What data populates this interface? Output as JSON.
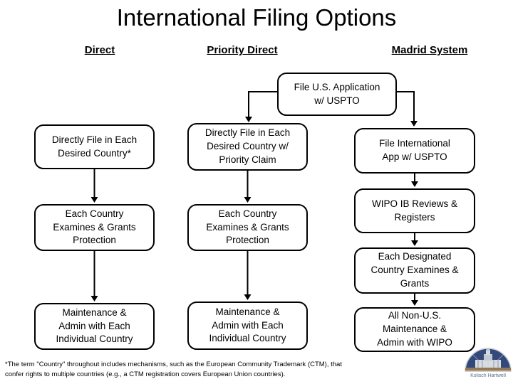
{
  "slide": {
    "title": "International Filing Options",
    "footnote": "*The term \"Country\" throughout includes mechanisms, such as the European Community Trademark (CTM), that confer rights to multiple countries (e.g., a CTM registration covers European Union countries)."
  },
  "flowchart": {
    "root": {
      "text": "File U.S. Application\nw/ USPTO"
    },
    "columns": [
      {
        "header": "Direct",
        "boxes": [
          "Directly File in Each\nDesired Country*",
          "Each Country\nExamines & Grants\nProtection",
          "Maintenance &\nAdmin with Each\nIndividual Country"
        ]
      },
      {
        "header": "Priority Direct",
        "boxes": [
          "Directly File in Each\nDesired Country w/\nPriority Claim",
          "Each Country\nExamines & Grants\nProtection",
          "Maintenance &\nAdmin with Each\nIndividual Country"
        ]
      },
      {
        "header": "Madrid System",
        "boxes": [
          "File International\nApp w/ USPTO",
          "WIPO IB Reviews &\nRegisters",
          "Each Designated\nCountry Examines &\nGrants",
          "All Non-U.S.\nMaintenance &\nAdmin with WIPO"
        ]
      }
    ]
  },
  "logo": {
    "caption": "Kolisch Hartwell",
    "colors": {
      "sky_navy": "#33497b",
      "building_gray": "#d8dce3",
      "base_tan": "#97784f",
      "frame_light": "#c9cdd6",
      "caption_blue": "#5d6e8e"
    }
  }
}
